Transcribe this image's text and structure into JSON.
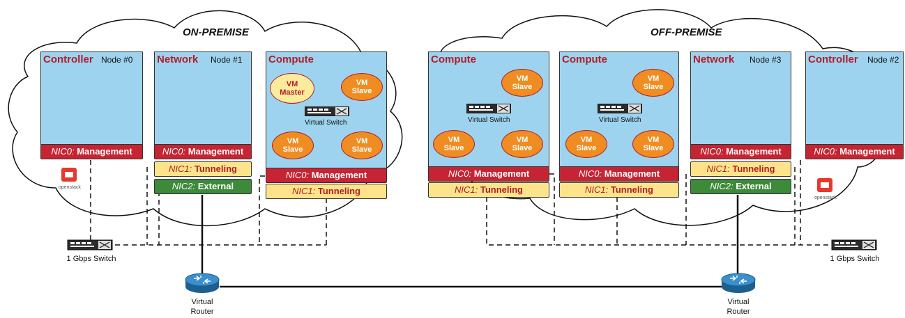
{
  "clouds": {
    "left_title": "ON-PREMISE",
    "right_title": "OFF-PREMISE"
  },
  "nodes": {
    "ctrl0": {
      "name": "Controller",
      "num": "Node #0"
    },
    "net1": {
      "name": "Network",
      "num": "Node #1"
    },
    "comp_left": {
      "name": "Compute"
    },
    "comp_right1": {
      "name": "Compute"
    },
    "comp_right2": {
      "name": "Compute"
    },
    "net3": {
      "name": "Network",
      "num": "Node #3"
    },
    "ctrl2": {
      "name": "Controller",
      "num": "Node #2"
    }
  },
  "nics": {
    "mgmt_prefix": "NIC0:",
    "mgmt_label": "Management",
    "tun_prefix": "NIC1:",
    "tun_label": "Tunneling",
    "ext_prefix": "NIC2:",
    "ext_label": "External"
  },
  "vms": {
    "vm": "VM",
    "master": "Master",
    "slave": "Slave"
  },
  "virtual_switch_label": "Virtual Switch",
  "physical_switch_label": "1 Gbps Switch",
  "router": {
    "line1": "Virtual",
    "line2": "Router"
  },
  "openstack_logo_text": "openstack",
  "colors": {
    "node_fill": "#9dd3ee",
    "node_title": "#b01e2a",
    "management": "#c62433",
    "tunneling": "#fde48a",
    "external": "#3c8a3a",
    "vm_slave": "#ef8d22",
    "vm_master": "#fbeb9c",
    "router": "#2a7fb8"
  },
  "icons": [
    "cloud-outline",
    "switch-icon",
    "router-icon",
    "openstack-logo-icon"
  ]
}
